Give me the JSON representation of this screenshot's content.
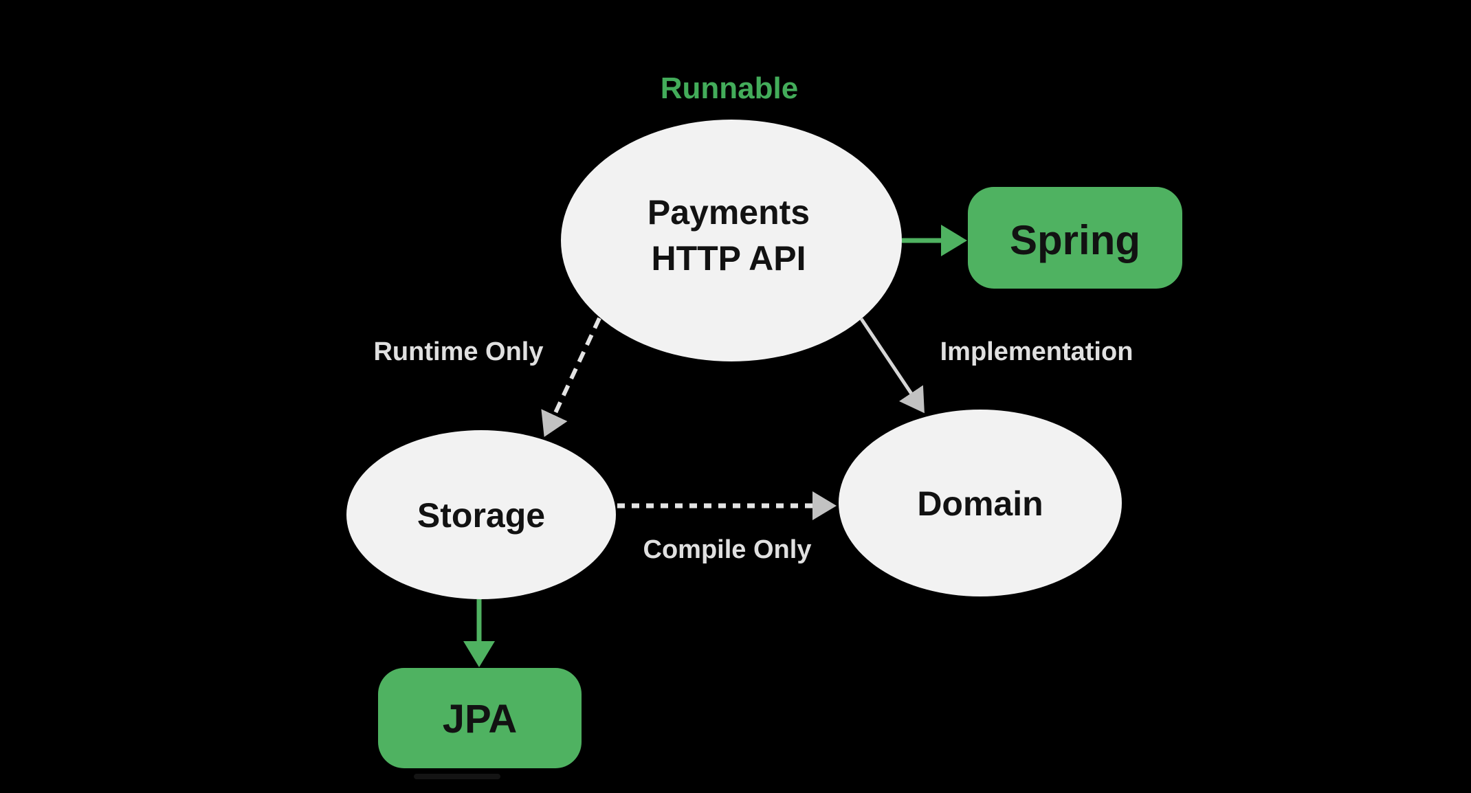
{
  "diagram": {
    "annotations": {
      "runnable": "Runnable"
    },
    "nodes": {
      "payments": {
        "line1": "Payments",
        "line2": "HTTP API",
        "shape": "ellipse"
      },
      "spring": {
        "label": "Spring",
        "shape": "rounded-rect"
      },
      "storage": {
        "label": "Storage",
        "shape": "ellipse"
      },
      "domain": {
        "label": "Domain",
        "shape": "ellipse"
      },
      "jpa": {
        "label": "JPA",
        "shape": "rounded-rect"
      }
    },
    "edges": [
      {
        "from": "payments_http_api",
        "to": "spring",
        "style": "solid",
        "color": "green",
        "label": ""
      },
      {
        "from": "payments_http_api",
        "to": "storage",
        "style": "dashed",
        "color": "gray",
        "label": "Runtime Only"
      },
      {
        "from": "payments_http_api",
        "to": "domain",
        "style": "solid",
        "color": "gray",
        "label": "Implementation"
      },
      {
        "from": "storage",
        "to": "domain",
        "style": "dashed",
        "color": "gray",
        "label": "Compile Only"
      },
      {
        "from": "storage",
        "to": "jpa",
        "style": "solid",
        "color": "green",
        "label": ""
      }
    ],
    "colors": {
      "background": "#000000",
      "node_fill": "#F2F2F2",
      "node_text": "#121212",
      "accent_green": "#4FB261",
      "runnable_green": "#43AC5A",
      "edge_gray_line": "#D6D6D6",
      "edge_dashed_line": "#E4E4E4",
      "arrowhead_gray": "#C2C2C2",
      "edge_label_text": "#E0E0E0"
    }
  }
}
